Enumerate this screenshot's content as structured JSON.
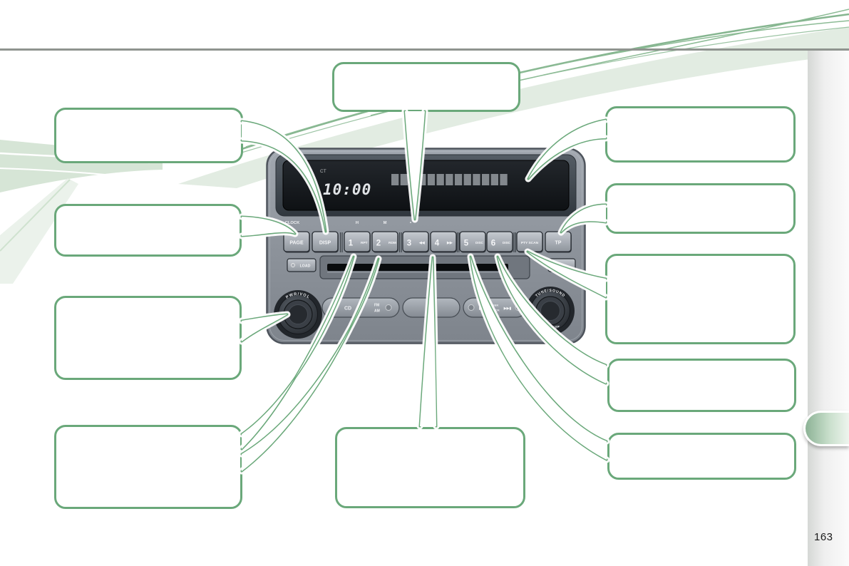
{
  "page": {
    "number": "163"
  },
  "colors": {
    "callout_green": "#6aa87a",
    "pale_swoosh": "#dfeadf",
    "tab_green": "#8cb295",
    "device_body": "#9198a0",
    "display_bg": "#14181c"
  },
  "device": {
    "display": {
      "ct_label": "CT",
      "clock": "10:00"
    },
    "panel_labels": {
      "clock": "CLOCK",
      "hour": "H",
      "minute": "M",
      "dot": "•"
    },
    "buttons": {
      "page": "PAGE",
      "disp": "DISP",
      "b1_num": "1",
      "b1_fn": "RPT",
      "b2_num": "2",
      "b2_fn": "RDM",
      "b3_num": "3",
      "b3_fn": "◀◀",
      "b4_num": "4",
      "b4_fn": "▶▶",
      "b5_num": "5",
      "b5_fn": "DISC",
      "b6_num": "6",
      "b6_fn": "DISC",
      "pty_scan": "PTY SCAN",
      "tp": "TP",
      "load": "LOAD",
      "eject": "▲",
      "cd": "CD",
      "fm": "FM",
      "am": "AM",
      "seek_back": "▮◀◀",
      "seek_fwd": "▶▶▮",
      "seek_top": "SEEK",
      "seek_bottom": "TRACK"
    },
    "knobs": {
      "left": "PWR/VOL",
      "right_top": "TUNE/SOUND",
      "right_bottom": "◂FOLDER▸"
    }
  },
  "callouts": {
    "top_center": {
      "label": "",
      "target": "button-3-rewind"
    },
    "left_1": {
      "label": "",
      "target": "disp-button"
    },
    "left_2": {
      "label": "",
      "target": "page-button"
    },
    "left_3": {
      "label": "",
      "target": "pwr-vol-knob"
    },
    "left_4": {
      "label": "",
      "target": "button-1-rpt-and-2-rdm"
    },
    "bottom_center": {
      "label": "",
      "target": "button-4-ff"
    },
    "right_1": {
      "label": "",
      "target": "display"
    },
    "right_2": {
      "label": "",
      "target": "tp-button"
    },
    "right_3": {
      "label": "",
      "target": "pty-scan-button"
    },
    "right_4": {
      "label": "",
      "target": "button-6-disc"
    },
    "right_5": {
      "label": "",
      "target": "button-5-disc"
    }
  }
}
